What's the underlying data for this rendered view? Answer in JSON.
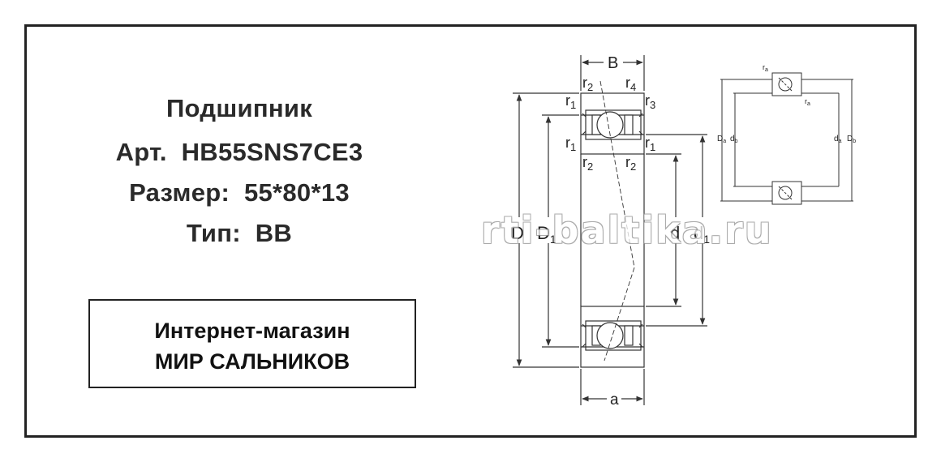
{
  "product": {
    "title": "Подшипник",
    "art": "Арт.  HB55SNS7CE3",
    "size": "Размер:  55*80*13",
    "type": "Тип:  BB"
  },
  "shop": {
    "line1": "Интернет-магазин",
    "line2": "МИР САЛЬНИКОВ"
  },
  "drawing": {
    "labels": {
      "B": "B",
      "a": "a",
      "D": "D",
      "D1": "D",
      "D1_sub": "1",
      "d": "d",
      "d1": "d",
      "d1_sub": "1",
      "r1": "r",
      "r1_sub": "1",
      "r2": "r",
      "r2_sub": "2",
      "r3": "r",
      "r3_sub": "3",
      "r4": "r",
      "r4_sub": "4"
    },
    "small_labels": {
      "ra": "r",
      "ra_sub": "a",
      "Da": "D",
      "Da_sub": "a",
      "db": "d",
      "db_sub": "b",
      "da": "d",
      "da_sub": "a",
      "Db": "D",
      "Db_sub": "b"
    }
  },
  "watermark": "rti-baltika.ru",
  "colors": {
    "border": "#222222",
    "text": "#2a2a2a",
    "line": "#333333"
  }
}
